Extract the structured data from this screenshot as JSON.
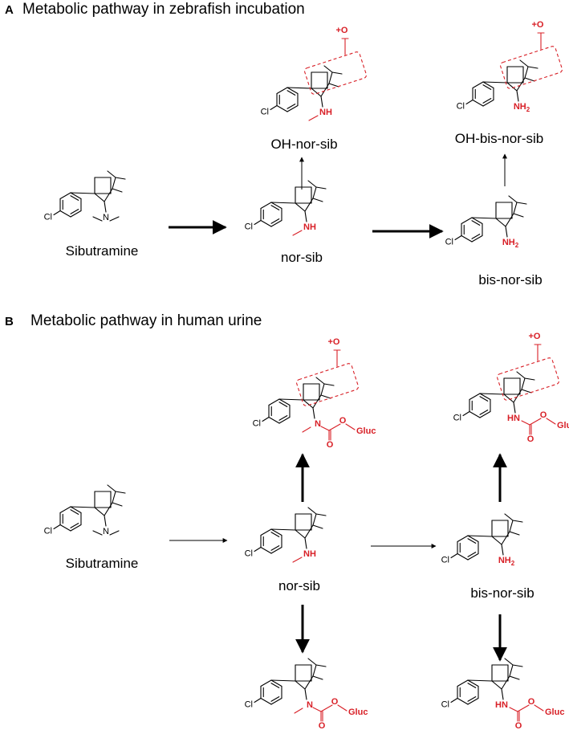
{
  "colors": {
    "structure": "#000000",
    "modification": "#d81f26"
  },
  "panels": [
    {
      "letter": "A",
      "title": "Metabolic pathway in zebrafish incubation",
      "molecules": [
        {
          "name": "Sibutramine",
          "amine": "N",
          "nsub": "",
          "mod": "none"
        },
        {
          "name": "nor-sib",
          "amine": "NH",
          "nsub": "",
          "mod": "none"
        },
        {
          "name": "bis-nor-sib",
          "amine": "NH",
          "nsub": "2",
          "mod": "none"
        },
        {
          "name": "OH-nor-sib",
          "amine": "NH",
          "nsub": "",
          "mod": "hydroxy",
          "plus_o": "+O"
        },
        {
          "name": "OH-bis-nor-sib",
          "amine": "NH",
          "nsub": "2",
          "mod": "hydroxy",
          "plus_o": "+O"
        }
      ]
    },
    {
      "letter": "B",
      "title": "Metabolic pathway in human urine",
      "molecules": [
        {
          "name": "Sibutramine",
          "amine": "N",
          "nsub": "",
          "mod": "none"
        },
        {
          "name": "nor-sib",
          "amine": "NH",
          "nsub": "",
          "mod": "none"
        },
        {
          "name": "bis-nor-sib",
          "amine": "NH",
          "nsub": "2",
          "mod": "none"
        },
        {
          "name": "",
          "amine": "N",
          "nsub": "",
          "mod": "hydroxy-gluc",
          "plus_o": "+O",
          "carbamate_o": "O",
          "carbamate_o2": "O",
          "gluc": "Gluc"
        },
        {
          "name": "",
          "amine": "HN",
          "nsub": "",
          "mod": "hydroxy-gluc",
          "plus_o": "+O",
          "carbamate_o": "O",
          "carbamate_o2": "O",
          "gluc": "Gluc"
        },
        {
          "name": "",
          "amine": "N",
          "nsub": "",
          "mod": "gluc",
          "carbamate_o": "O",
          "carbamate_o2": "O",
          "gluc": "Gluc"
        },
        {
          "name": "",
          "amine": "HN",
          "nsub": "",
          "mod": "gluc",
          "carbamate_o": "O",
          "carbamate_o2": "O",
          "gluc": "Gluc"
        }
      ]
    }
  ],
  "atoms": {
    "chlorine": "Cl"
  }
}
